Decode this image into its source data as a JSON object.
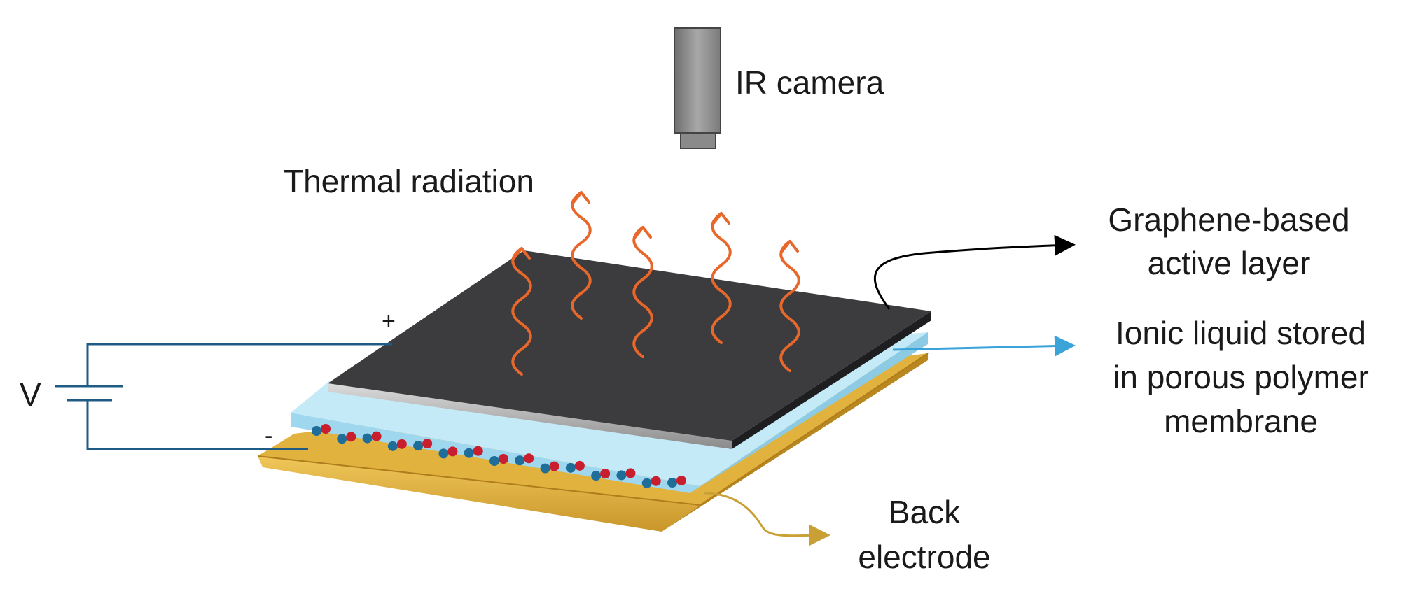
{
  "labels": {
    "ir_camera": "IR camera",
    "thermal_radiation": "Thermal radiation",
    "graphene_line1": "Graphene-based",
    "graphene_line2": "active layer",
    "ionic_line1": "Ionic liquid stored",
    "ionic_line2": "in porous polymer",
    "ionic_line3": "membrane",
    "back_line1": "Back",
    "back_line2": "electrode",
    "voltage": "V",
    "plus": "+",
    "minus": "-"
  },
  "colors": {
    "active_layer": "#3c3c3e",
    "membrane": "#aee0f2",
    "back_electrode": "#e2b23f",
    "wave": "#e8672a",
    "circuit_wire": "#1f5c85",
    "ion_blue": "#1f6e9a",
    "ion_red": "#c81e2e",
    "ionic_arrow": "#3aa4d8",
    "back_arrow": "#c9a035",
    "graphene_arrow": "#000000"
  },
  "icons": {
    "camera": "ir-camera-icon",
    "battery": "battery-symbol-icon"
  }
}
